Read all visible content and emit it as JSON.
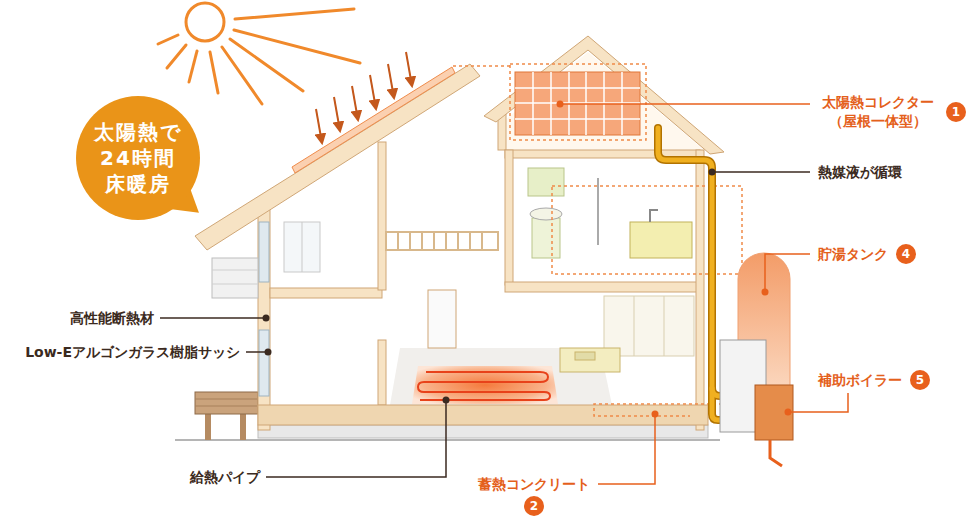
{
  "diagram": {
    "nodes": [
      {
        "text": [
          "太陽熱で 24時間 床暖房"
        ]
      }
    ],
    "labels": [
      "太陽熱コレクター （屋根一体型）",
      "1",
      "熱媒液が循環",
      "貯湯タンク",
      "4",
      "高性能断熱材",
      "Low-Eアルゴンガラス樹脂サッシ",
      "補助ボイラー",
      "5",
      "給熱パイプ",
      "蓄熱コンクリート",
      "2"
    ]
  }
}
